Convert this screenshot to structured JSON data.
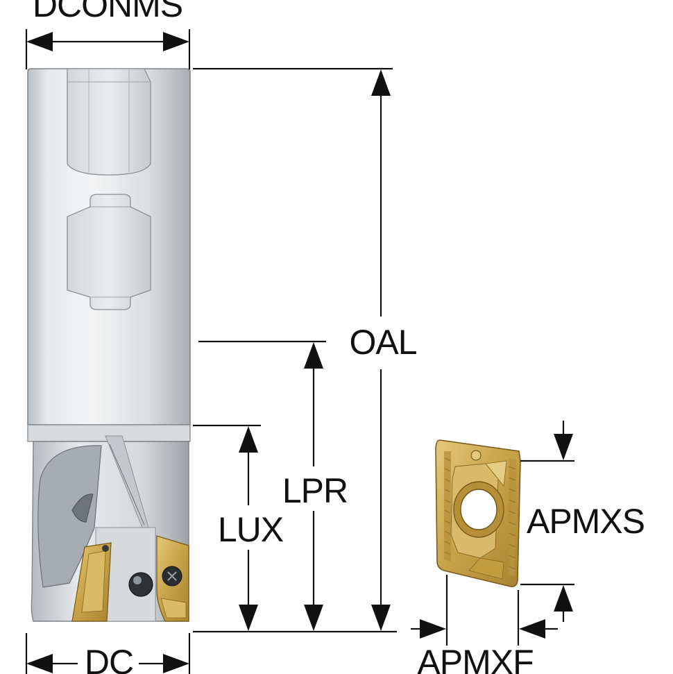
{
  "labels": {
    "dconms": "DCONMS",
    "oal": "OAL",
    "lpr": "LPR",
    "lux": "LUX",
    "dc": "DC",
    "apmxs": "APMXS",
    "apmxf": "APMXF"
  },
  "icons": {
    "tool": "end-mill-tool-icon",
    "insert": "cutting-insert-icon"
  },
  "colors": {
    "ink": "#111111",
    "shank_light": "#eceef0",
    "shank_mid": "#c9cdd1",
    "shank_dark": "#8f959b",
    "insert_gold": "#c9a54a",
    "insert_gold_dark": "#8a6a22",
    "insert_gold_light": "#e2c77a"
  }
}
